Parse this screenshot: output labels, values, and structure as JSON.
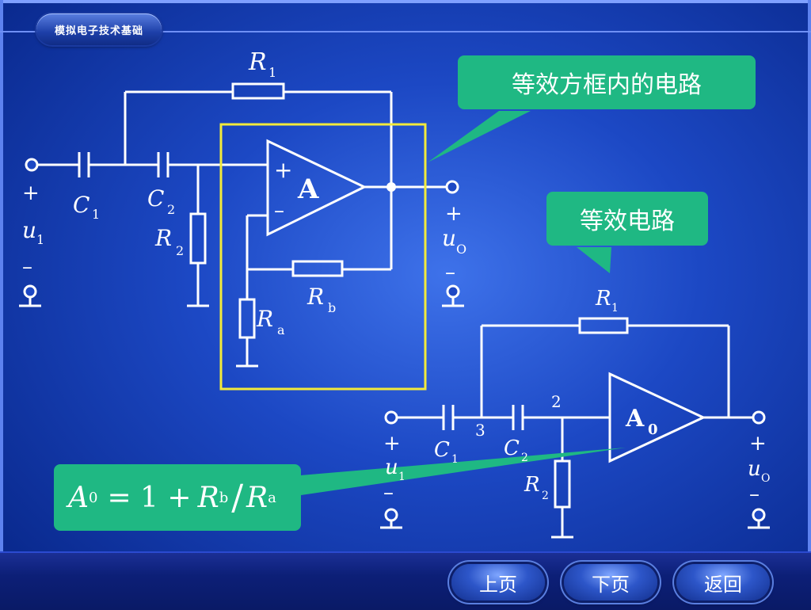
{
  "header": {
    "title": "模拟电子技术基础"
  },
  "callouts": {
    "box_circuit": "等效方框内的电路",
    "equivalent": "等效电路"
  },
  "formula": {
    "lhs": "A",
    "lhs_sub": "0",
    "eq": "= 1 +",
    "rb": "R",
    "rb_sub": "b",
    "slash": "/",
    "ra": "R",
    "ra_sub": "a"
  },
  "circuit1": {
    "R1": "R",
    "R1_sub": "1",
    "C1": "C",
    "C1_sub": "1",
    "C2": "C",
    "C2_sub": "2",
    "R2": "R",
    "R2_sub": "2",
    "Ra": "R",
    "Ra_sub": "a",
    "Rb": "R",
    "Rb_sub": "b",
    "amp": "A",
    "plus": "+",
    "minus": "–",
    "in_plus": "+",
    "in_u": "u",
    "in_sub": "1",
    "in_minus": "–",
    "out_plus": "+",
    "out_u": "u",
    "out_sub": "O",
    "out_minus": "–"
  },
  "circuit2": {
    "R1": "R",
    "R1_sub": "1",
    "C1": "C",
    "C1_sub": "1",
    "C2": "C",
    "C2_sub": "2",
    "R2": "R",
    "R2_sub": "2",
    "amp": "A",
    "amp_sub": "0",
    "node2": "2",
    "node3": "3",
    "in_plus": "+",
    "in_u": "u",
    "in_sub": "1",
    "in_minus": "–",
    "out_plus": "+",
    "out_u": "u",
    "out_sub": "O",
    "out_minus": "–"
  },
  "nav": {
    "prev": "上页",
    "next": "下页",
    "back": "返回"
  },
  "colors": {
    "wire": "#ffffff",
    "box": "#f2ea3b",
    "callout": "#1fb883",
    "background": "#0b2f9c"
  }
}
